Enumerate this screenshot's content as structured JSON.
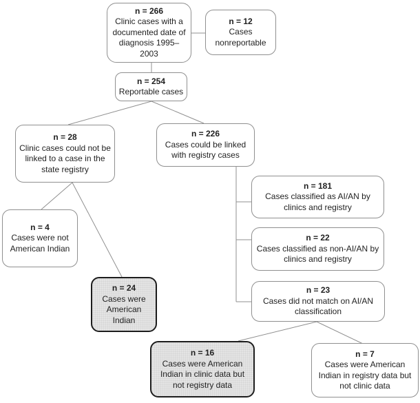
{
  "colors": {
    "bg": "#ffffff",
    "box-border": "#8f8f8f",
    "box-fill": "#ffffff",
    "hl-border": "#1c1c1c",
    "hl-fill": "#e4e4e4",
    "line-color": "#8f8f8f",
    "text": "#1f1f1f"
  },
  "nodes": {
    "root": {
      "n": "n = 266",
      "label": "Clinic cases with a documented date of diagnosis 1995–2003"
    },
    "nonrep": {
      "n": "n = 12",
      "label": "Cases nonreportable"
    },
    "reportable": {
      "n": "n = 254",
      "label": "Reportable cases"
    },
    "notlinked": {
      "n": "n = 28",
      "label": "Clinic cases could not be linked to a case in the state registry"
    },
    "linked": {
      "n": "n = 226",
      "label": "Cases could be linked with registry cases"
    },
    "notai": {
      "n": "n = 4",
      "label": "Cases were not American Indian"
    },
    "wereai": {
      "n": "n = 24",
      "label": "Cases were American Indian"
    },
    "aiboth": {
      "n": "n = 181",
      "label": "Cases classified as AI/AN by clinics and registry"
    },
    "nonaiboth": {
      "n": "n = 22",
      "label": "Cases classified as non-AI/AN by clinics and registry"
    },
    "mismatch": {
      "n": "n = 23",
      "label": "Cases did not match on AI/AN classification"
    },
    "aiclinic": {
      "n": "n = 16",
      "label": "Cases were American Indian in clinic data but not registry data"
    },
    "airegistry": {
      "n": "n = 7",
      "label": "Cases were American Indian in registry data but not clinic data"
    }
  }
}
